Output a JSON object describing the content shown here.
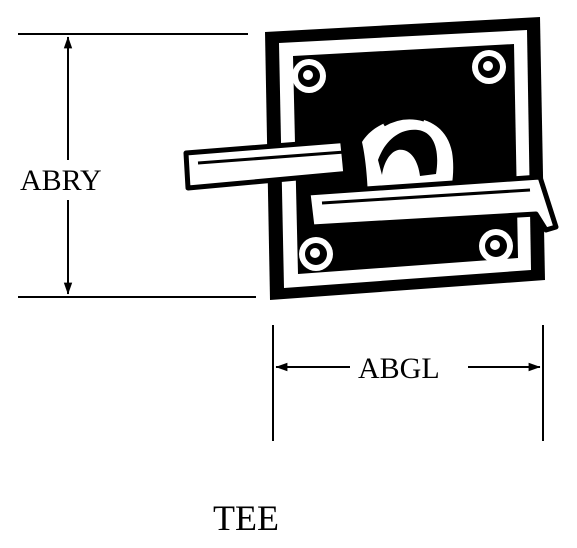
{
  "dimensions": {
    "height_label": "ABRY",
    "width_label": "ABGL"
  },
  "part": {
    "type_label": "TEE"
  },
  "colors": {
    "ink": "#000000",
    "paper": "#ffffff"
  }
}
